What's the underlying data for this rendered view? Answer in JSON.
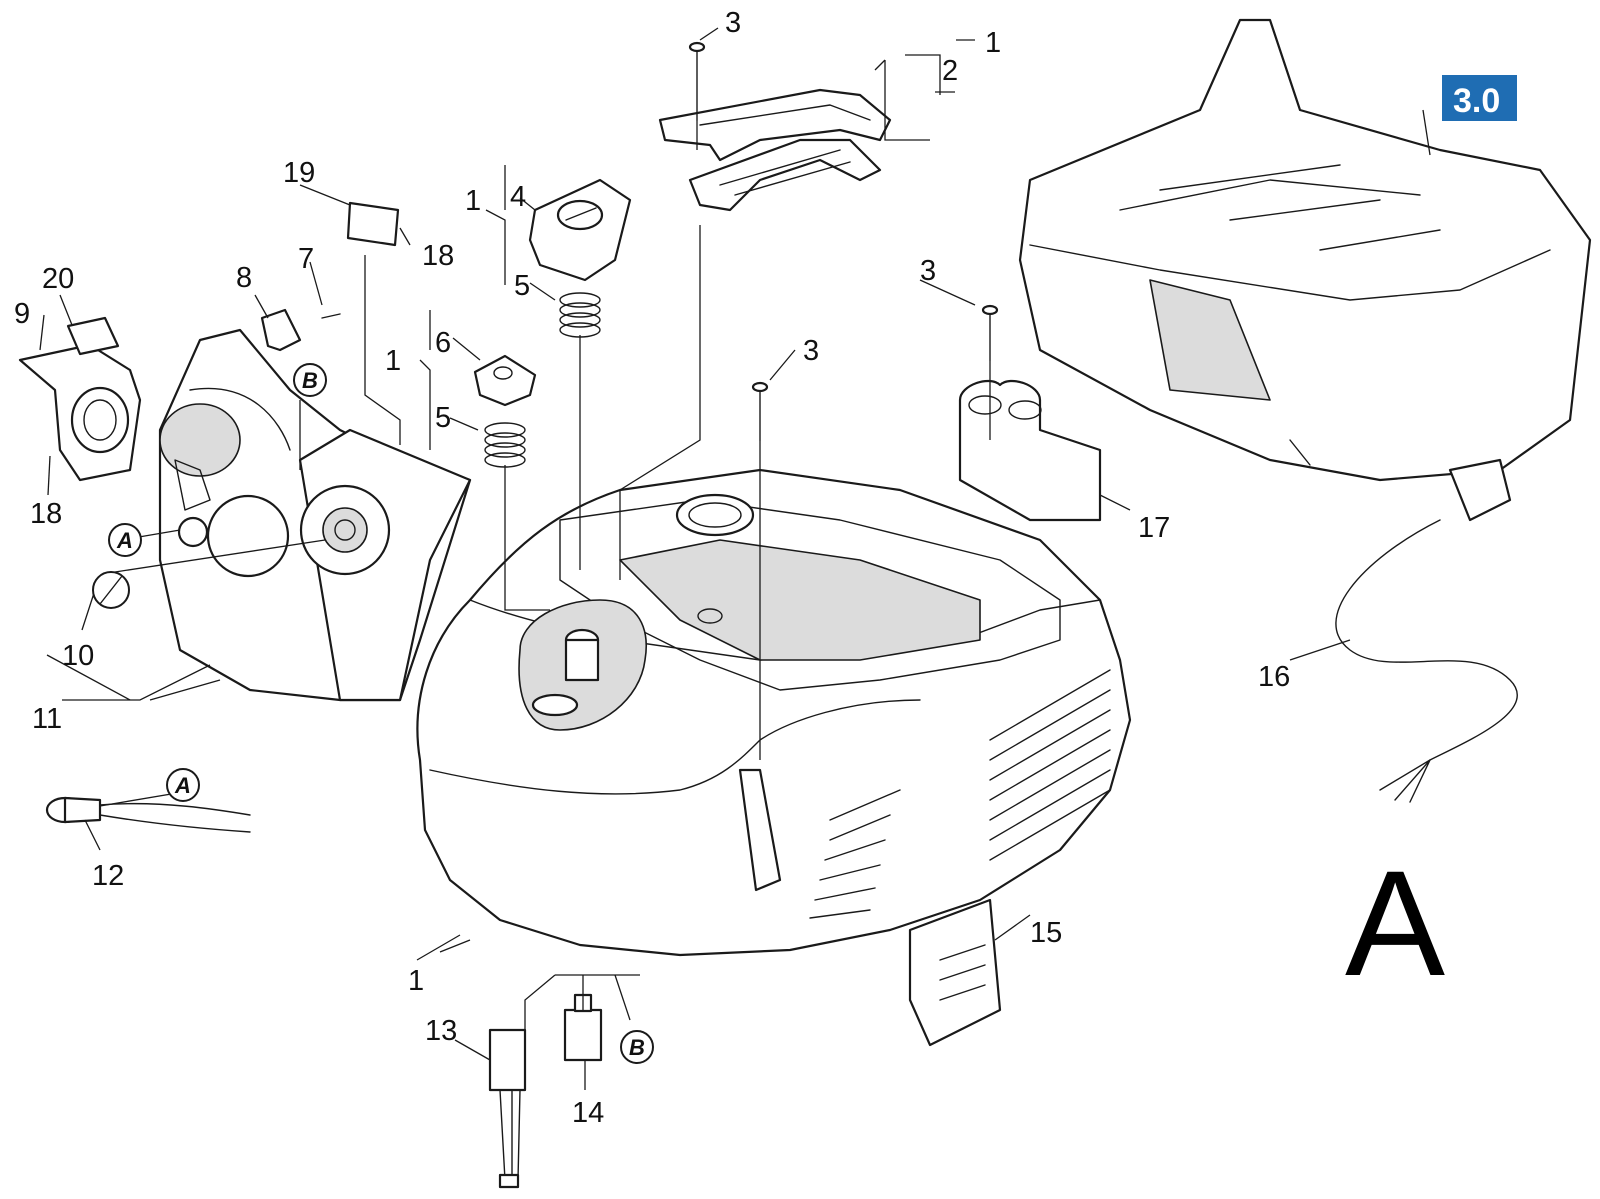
{
  "figure_letter": "A",
  "assembly_badge": {
    "label": "3.0",
    "color": "#1f6db3"
  },
  "callouts": {
    "c1": "1",
    "c2": "2",
    "c3": "3",
    "c4": "4",
    "c5": "5",
    "c6": "6",
    "c7": "7",
    "c8": "8",
    "c9": "9",
    "c10": "10",
    "c11": "11",
    "c12": "12",
    "c13": "13",
    "c14": "14",
    "c15": "15",
    "c16": "16",
    "c17": "17",
    "c18": "18",
    "c19": "19",
    "c20": "20"
  },
  "refs": {
    "A": "A",
    "B": "B"
  },
  "colors": {
    "line": "#1a1a1a",
    "shade": "#dcdcdc",
    "badge": "#1f6db3"
  }
}
